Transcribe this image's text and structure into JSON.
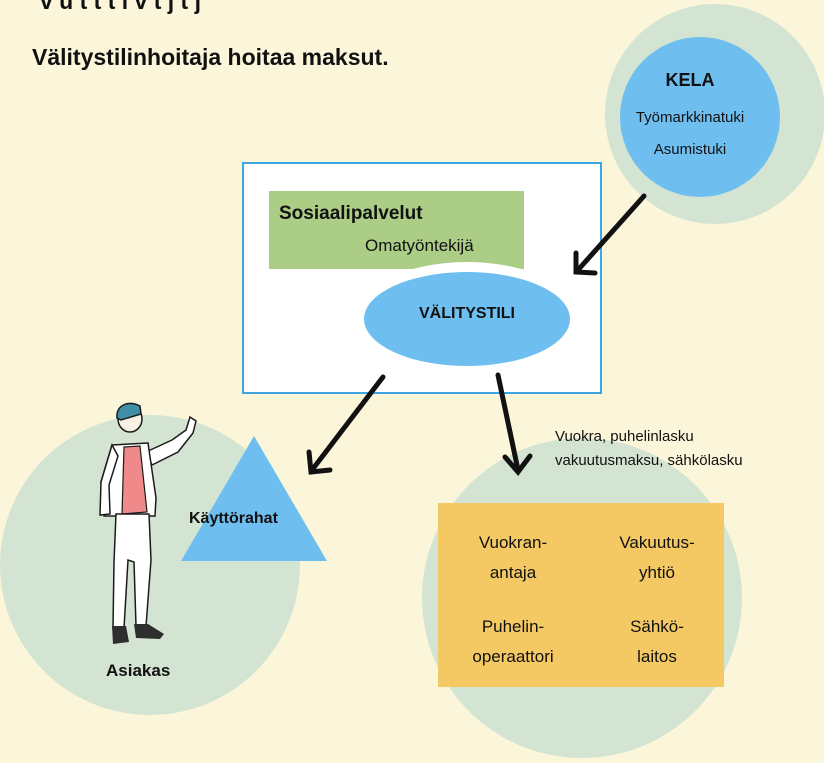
{
  "header": {
    "cut_text": "v  u      t    t  t                l       v  t  j  t     j",
    "title": "Välitystilinhoitaja hoitaa maksut."
  },
  "kela": {
    "name": "KELA",
    "benefits": [
      "Työmarkkinatuki",
      "Asumistuki"
    ]
  },
  "social_services": {
    "name": "Sosiaalipalvelut",
    "worker": "Omatyöntekijä"
  },
  "account": {
    "label": "VÄLITYSTILI"
  },
  "customer": {
    "label": "Asiakas",
    "allowance": "Käyttörahat"
  },
  "bills": {
    "lines": [
      "Vuokra, puhelinlasku",
      "vakuutusmaksu, sähkölasku"
    ]
  },
  "payees": [
    [
      "Vuokran-",
      "antaja"
    ],
    [
      "Vakuutus-",
      "yhtiö"
    ],
    [
      "Puhelin-",
      "operaattori"
    ],
    [
      "Sähkö-",
      "laitos"
    ]
  ],
  "colors": {
    "background": "#fbf6da",
    "circle_light": "#d4e4d3",
    "kela_circle": "#6ebeef",
    "account_ellipse": "#6ebeef",
    "triangle": "#6ebeef",
    "box_border": "#3ea7e3",
    "social_box": "#abcd85",
    "payee_box": "#f4c863",
    "arrow": "#111111"
  }
}
